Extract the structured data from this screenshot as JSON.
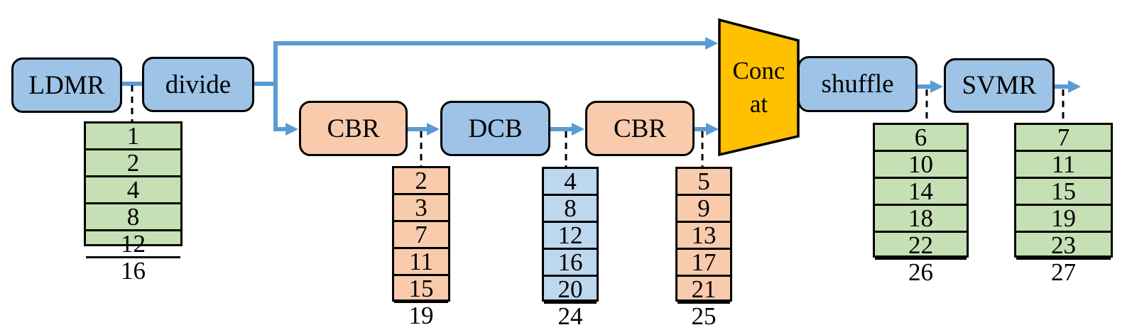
{
  "blocks": {
    "ldmr": {
      "label": "LDMR"
    },
    "divide": {
      "label": "divide"
    },
    "cbr1": {
      "label": "CBR"
    },
    "dcb": {
      "label": "DCB"
    },
    "cbr2": {
      "label": "CBR"
    },
    "concat": {
      "line1": "Conc",
      "line2": "at"
    },
    "shuffle": {
      "label": "shuffle"
    },
    "svmr": {
      "label": "SVMR"
    }
  },
  "tables": {
    "ldmr_out": {
      "values": [
        "1",
        "2",
        "4",
        "8",
        "12",
        "16"
      ]
    },
    "cbr1_out": {
      "values": [
        "2",
        "3",
        "7",
        "11",
        "15",
        "19"
      ]
    },
    "dcb_out": {
      "values": [
        "4",
        "8",
        "12",
        "16",
        "20",
        "24"
      ]
    },
    "cbr2_out": {
      "values": [
        "5",
        "9",
        "13",
        "17",
        "21",
        "25"
      ]
    },
    "shuffle_out": {
      "values": [
        "6",
        "10",
        "14",
        "18",
        "22",
        "26"
      ]
    },
    "svmr_out": {
      "values": [
        "7",
        "11",
        "15",
        "19",
        "23",
        "27"
      ]
    }
  },
  "colors": {
    "block_blue": "#9dc3e6",
    "block_peach": "#f8cbad",
    "table_green": "#c5e0b4",
    "table_blue": "#bdd7ee",
    "table_peach": "#f8cbad",
    "concat_gold": "#ffc000",
    "arrow_blue": "#5b9bd5",
    "line_black": "#000000"
  }
}
